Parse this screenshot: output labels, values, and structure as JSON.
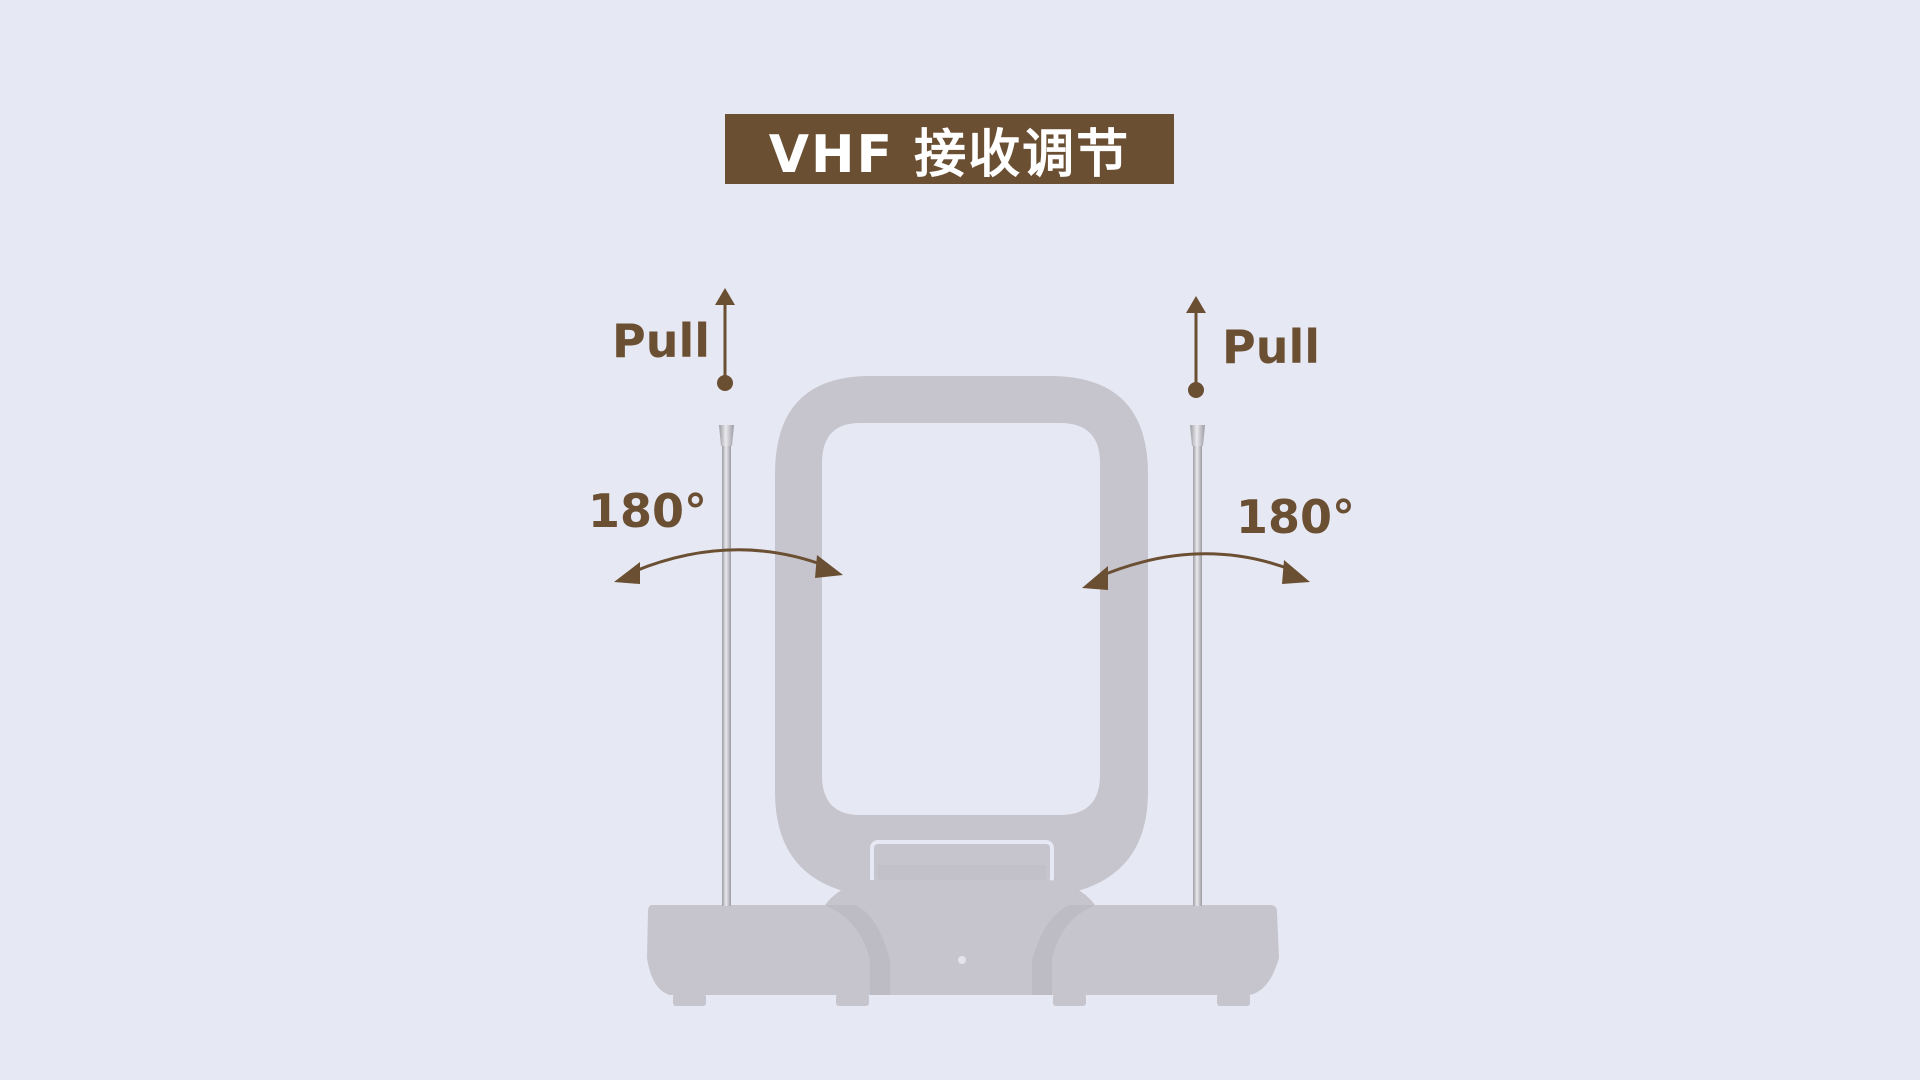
{
  "title": "VHF 接收调节",
  "left_antenna": {
    "pull_label": "Pull",
    "rotation_label": "180°"
  },
  "right_antenna": {
    "pull_label": "Pull",
    "rotation_label": "180°"
  },
  "colors": {
    "background": "#e6e8f3",
    "accent_brown": "#6b4f32",
    "device_gray": "#c6c5cd",
    "rod_silver": "#b9b9bf"
  },
  "icons": [
    "up-arrow-icon",
    "curved-double-arrow-icon"
  ]
}
